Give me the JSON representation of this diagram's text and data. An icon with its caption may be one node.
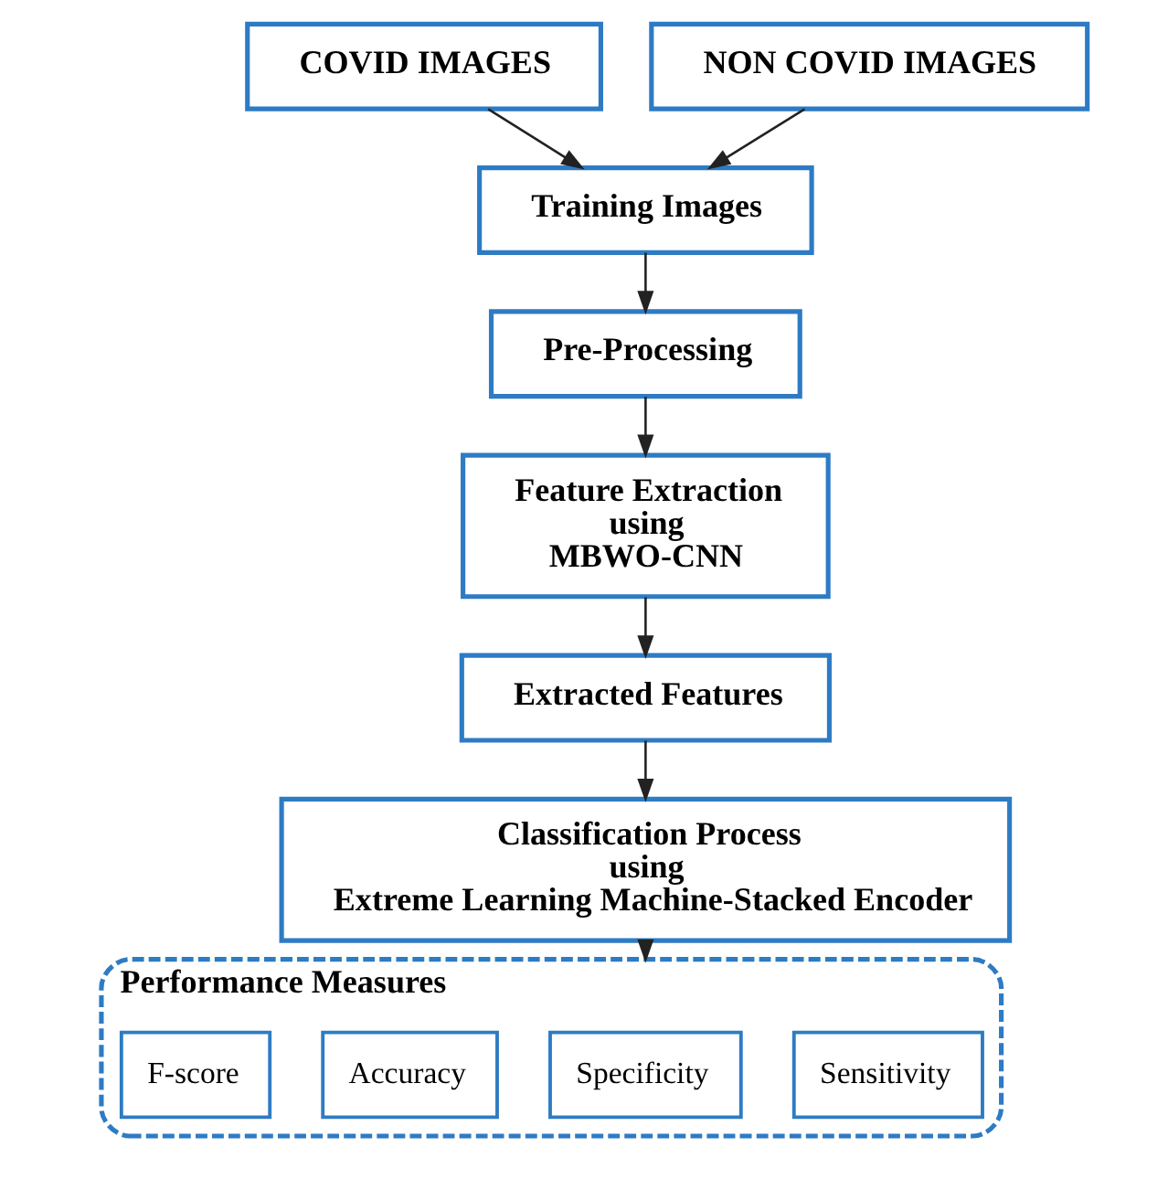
{
  "diagram": {
    "nodes": [
      {
        "text": [
          "COVID IMAGES"
        ]
      },
      {
        "text": [
          "NON COVID IMAGES"
        ]
      },
      {
        "text": [
          "Training Images"
        ]
      },
      {
        "text": [
          "Pre-Processing"
        ]
      },
      {
        "text": [
          "Feature Extraction using MBWO-CNN"
        ]
      },
      {
        "text": [
          "Extracted Features"
        ]
      },
      {
        "text": [
          "Classification Process using Extreme Learning Machine-Stacked Encoder"
        ]
      },
      {
        "text": [
          "Performance Measures"
        ]
      },
      {
        "text": [
          "Sensitivity"
        ],
        "in": 7
      },
      {
        "text": [
          "Specificity"
        ],
        "in": 7
      },
      {
        "text": [
          "Accuracy"
        ],
        "in": 7
      },
      {
        "text": [
          "F-score"
        ],
        "in": 7
      }
    ],
    "edges": [
      {
        "from": 0,
        "to": 2,
        "arrow": "to"
      },
      {
        "from": 1,
        "to": 2,
        "arrow": "to"
      },
      {
        "from": 2,
        "to": 3,
        "arrow": "to"
      },
      {
        "from": 3,
        "to": 4,
        "arrow": "to"
      },
      {
        "from": 4,
        "to": 5,
        "arrow": "to"
      },
      {
        "from": 5,
        "to": 6,
        "arrow": "to"
      },
      {
        "from": 6,
        "to": 7,
        "arrow": "to"
      }
    ]
  }
}
